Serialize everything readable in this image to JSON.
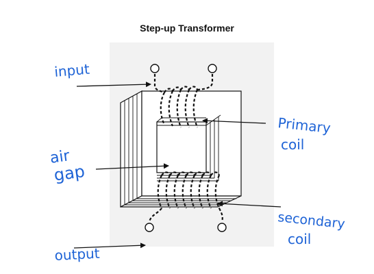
{
  "title": "Step-up Transformer",
  "labels": {
    "input": "input",
    "output": "output",
    "air_gap_line1": "air",
    "air_gap_line2": "gap",
    "primary_line1": "Primary",
    "primary_line2": "coil",
    "secondary_line1": "secondary",
    "secondary_line2": "coil"
  },
  "colors": {
    "annotation": "#1e63d6",
    "diagram": "#111111",
    "panel": "#f2f2f2"
  }
}
